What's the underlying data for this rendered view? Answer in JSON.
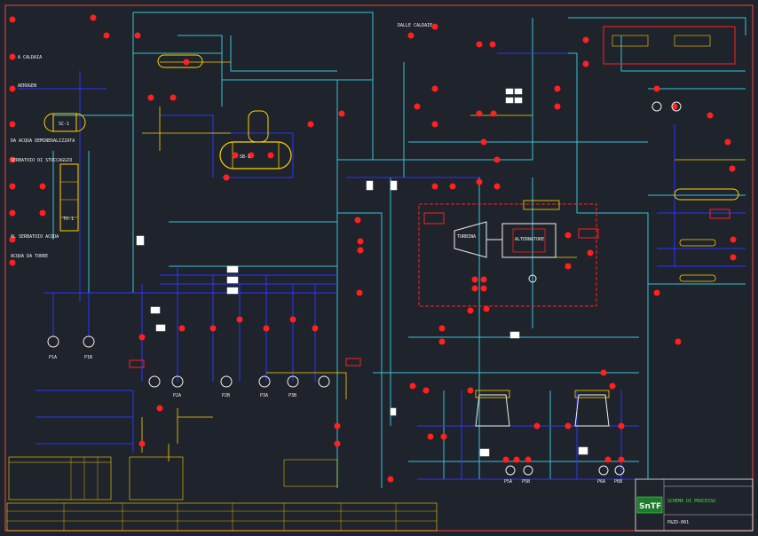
{
  "diagram": {
    "colors": {
      "background": "#1f232b",
      "frame": "#d04040",
      "cyan": "#33c4d8",
      "blue": "#2b35ff",
      "red": "#ff2020",
      "yellow": "#ffd400",
      "white": "#f0f0f0",
      "green": "#33d433"
    },
    "equipment_tags": {
      "compressor": "TURBINA",
      "alternator": "ALTERNATORE",
      "separator": "SB-1",
      "exchanger_left": "SC-1",
      "exchanger_mid": "TO-1"
    },
    "inlet_labels": [
      "A CALDAIA",
      "AEROGEN",
      "DA ACQUA DEMINERALIZZATA",
      "SERBATOIO DI STOCCAGGIO",
      "AL SERBATOIO ACQUA",
      "ACQUA DA TORRE"
    ],
    "pump_labels": [
      "P1A",
      "P1B",
      "P2A",
      "P2B",
      "P3A",
      "P3B"
    ],
    "right_pump_labels": [
      "P5A",
      "P5B",
      "P6A",
      "P6B"
    ],
    "top_label": "DALLE CALDAIE",
    "title_block": {
      "logo": "SnTF",
      "drawing_title": "SCHEMA DI PROCESSO",
      "drawing_number": "P&ID-001"
    }
  }
}
